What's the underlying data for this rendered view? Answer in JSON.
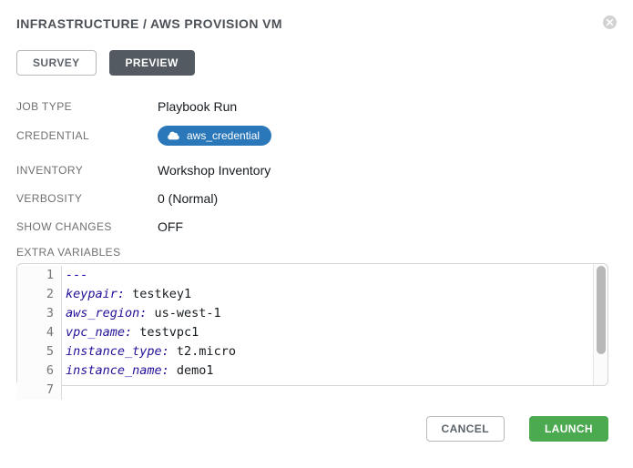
{
  "header": {
    "title": "INFRASTRUCTURE / AWS PROVISION VM"
  },
  "tabs": [
    {
      "label": "SURVEY",
      "active": false
    },
    {
      "label": "PREVIEW",
      "active": true
    }
  ],
  "details": [
    {
      "label": "JOB TYPE",
      "value": "Playbook Run"
    },
    {
      "label": "CREDENTIAL",
      "value": "aws_credential"
    },
    {
      "label": "INVENTORY",
      "value": "Workshop Inventory"
    },
    {
      "label": "VERBOSITY",
      "value": "0 (Normal)"
    },
    {
      "label": "SHOW CHANGES",
      "value": "OFF"
    }
  ],
  "extra_variables": {
    "label": "EXTRA VARIABLES",
    "lines": [
      {
        "number": "1",
        "key": "---",
        "value": ""
      },
      {
        "number": "2",
        "key": "keypair:",
        "value": " testkey1"
      },
      {
        "number": "3",
        "key": "aws_region:",
        "value": " us-west-1"
      },
      {
        "number": "4",
        "key": "vpc_name:",
        "value": " testvpc1"
      },
      {
        "number": "5",
        "key": "instance_type:",
        "value": " t2.micro"
      },
      {
        "number": "6",
        "key": "instance_name:",
        "value": " demo1"
      },
      {
        "number": "7",
        "key": "",
        "value": ""
      }
    ]
  },
  "footer": {
    "cancel_label": "CANCEL",
    "launch_label": "LAUNCH"
  },
  "colors": {
    "credential_tag_blue": "#2a77b9",
    "launch_green": "#4ba950",
    "active_tab_gray": "#545a61",
    "yaml_key_navy": "#221199"
  }
}
